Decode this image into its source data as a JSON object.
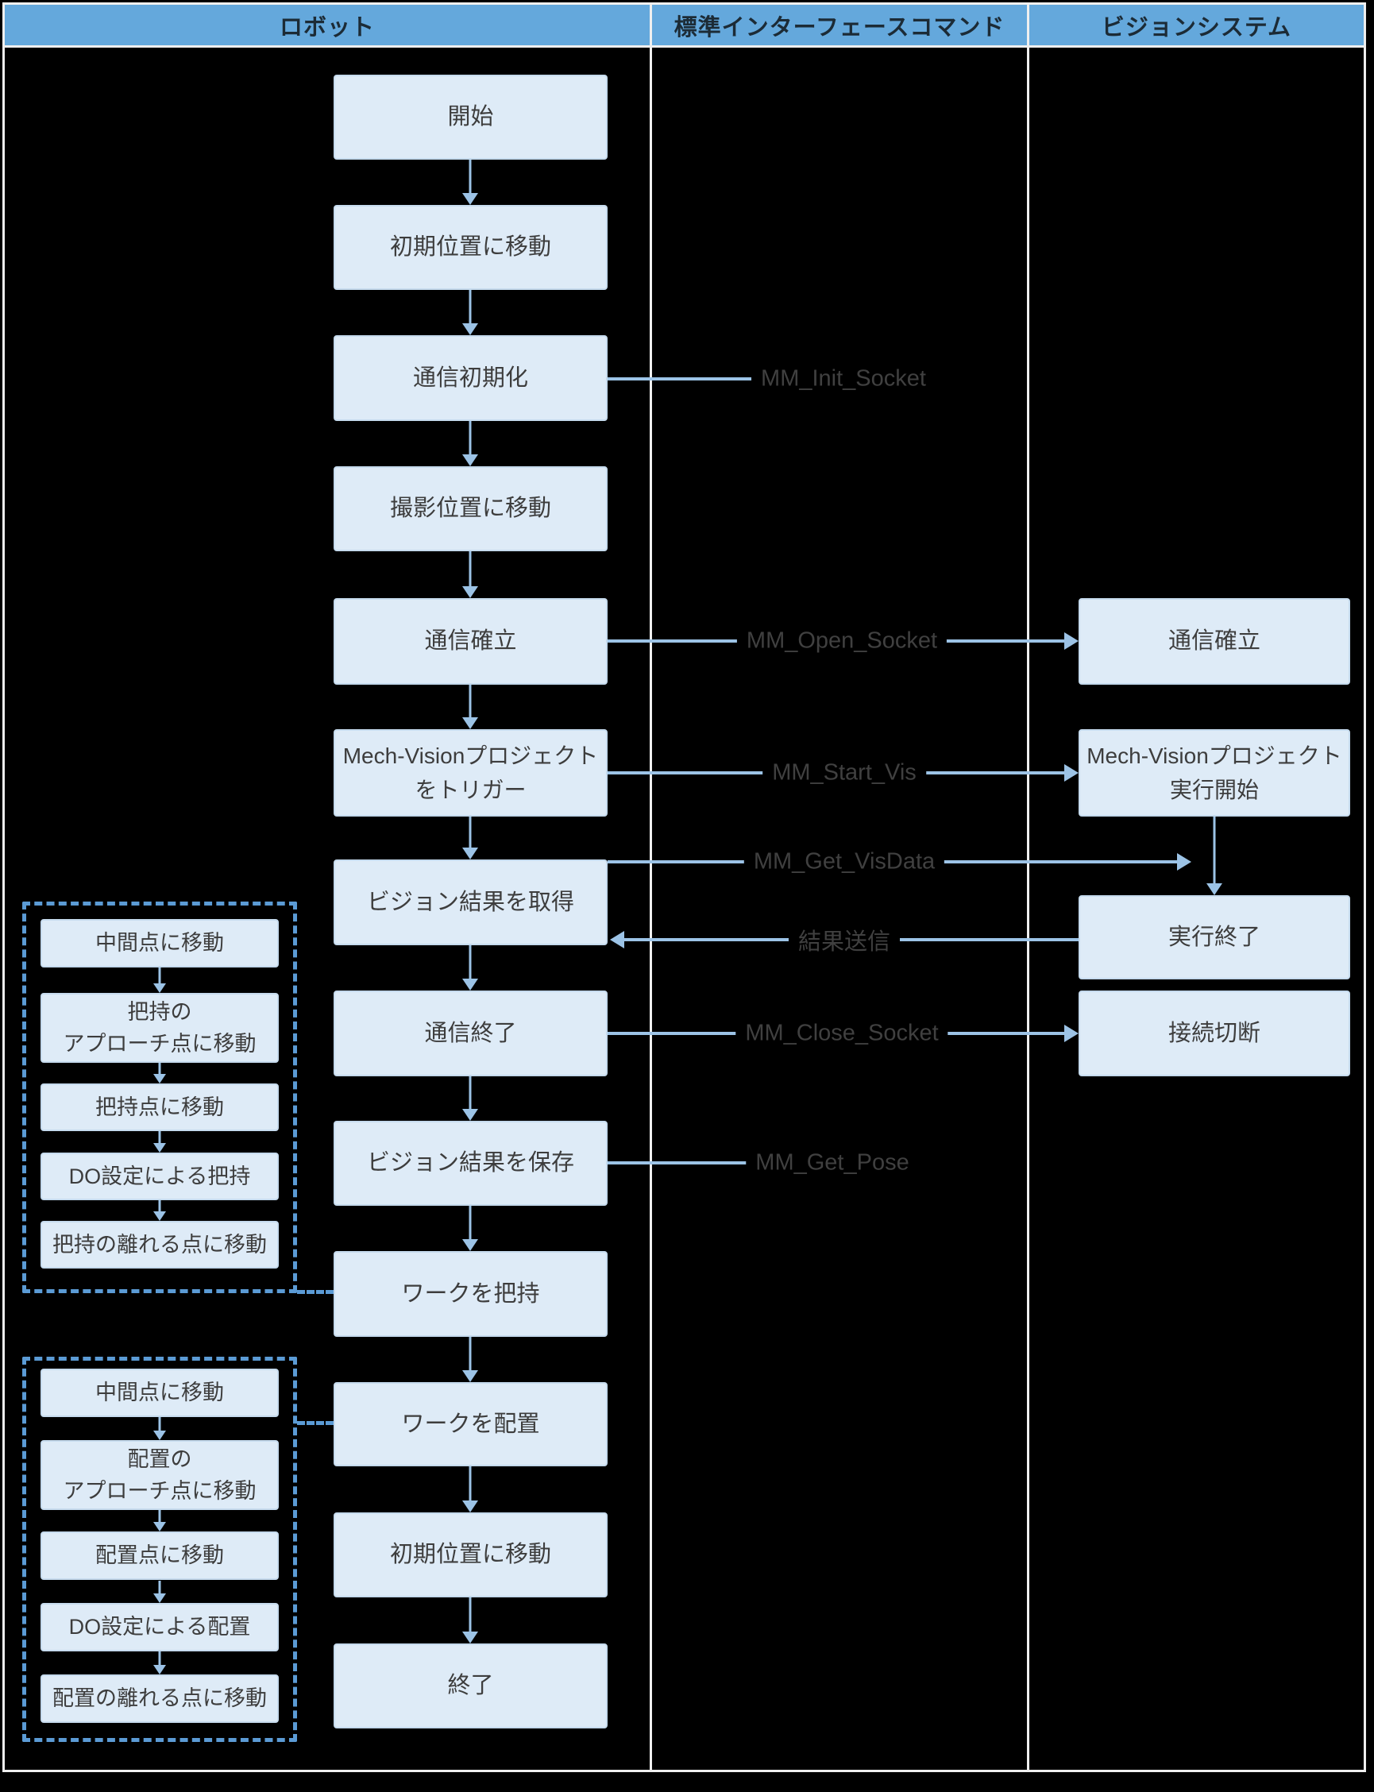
{
  "header": {
    "columns": [
      "ロボット",
      "標準インターフェースコマンド",
      "ビジョンシステム"
    ]
  },
  "robot_flow": [
    {
      "label": "開始"
    },
    {
      "label": "初期位置に移動"
    },
    {
      "label": "通信初期化"
    },
    {
      "label": "撮影位置に移動"
    },
    {
      "label": "通信確立"
    },
    {
      "label": "Mech-Visionプロジェクト\nをトリガー"
    },
    {
      "label": "ビジョン結果を取得"
    },
    {
      "label": "通信終了"
    },
    {
      "label": "ビジョン結果を保存"
    },
    {
      "label": "ワークを把持"
    },
    {
      "label": "ワークを配置"
    },
    {
      "label": "初期位置に移動"
    },
    {
      "label": "終了"
    }
  ],
  "vision_flow": [
    {
      "label": "通信確立"
    },
    {
      "label": "Mech-Visionプロジェクト\n実行開始"
    },
    {
      "label": "実行終了"
    },
    {
      "label": "接続切断"
    }
  ],
  "commands": [
    {
      "label": "MM_Init_Socket"
    },
    {
      "label": "MM_Open_Socket"
    },
    {
      "label": "MM_Start_Vis"
    },
    {
      "label": "MM_Get_VisData"
    },
    {
      "label": "結果送信"
    },
    {
      "label": "MM_Close_Socket"
    },
    {
      "label": "MM_Get_Pose"
    }
  ],
  "pick_group": [
    {
      "label": "中間点に移動"
    },
    {
      "label": "把持の\nアプローチ点に移動"
    },
    {
      "label": "把持点に移動"
    },
    {
      "label": "DO設定による把持"
    },
    {
      "label": "把持の離れる点に移動"
    }
  ],
  "place_group": [
    {
      "label": "中間点に移動"
    },
    {
      "label": "配置の\nアプローチ点に移動"
    },
    {
      "label": "配置点に移動"
    },
    {
      "label": "DO設定による配置"
    },
    {
      "label": "配置の離れる点に移動"
    }
  ],
  "colors": {
    "header-fill": "#64a8dc",
    "box-fill": "#deebf7",
    "box-border": "#c6dbee",
    "box-text": "#3d3d3d",
    "arrow": "#9cc3e6",
    "dashed": "#5b9bd5",
    "command-text": "#404040",
    "frame-line": "#efefef",
    "background": "#000000"
  }
}
